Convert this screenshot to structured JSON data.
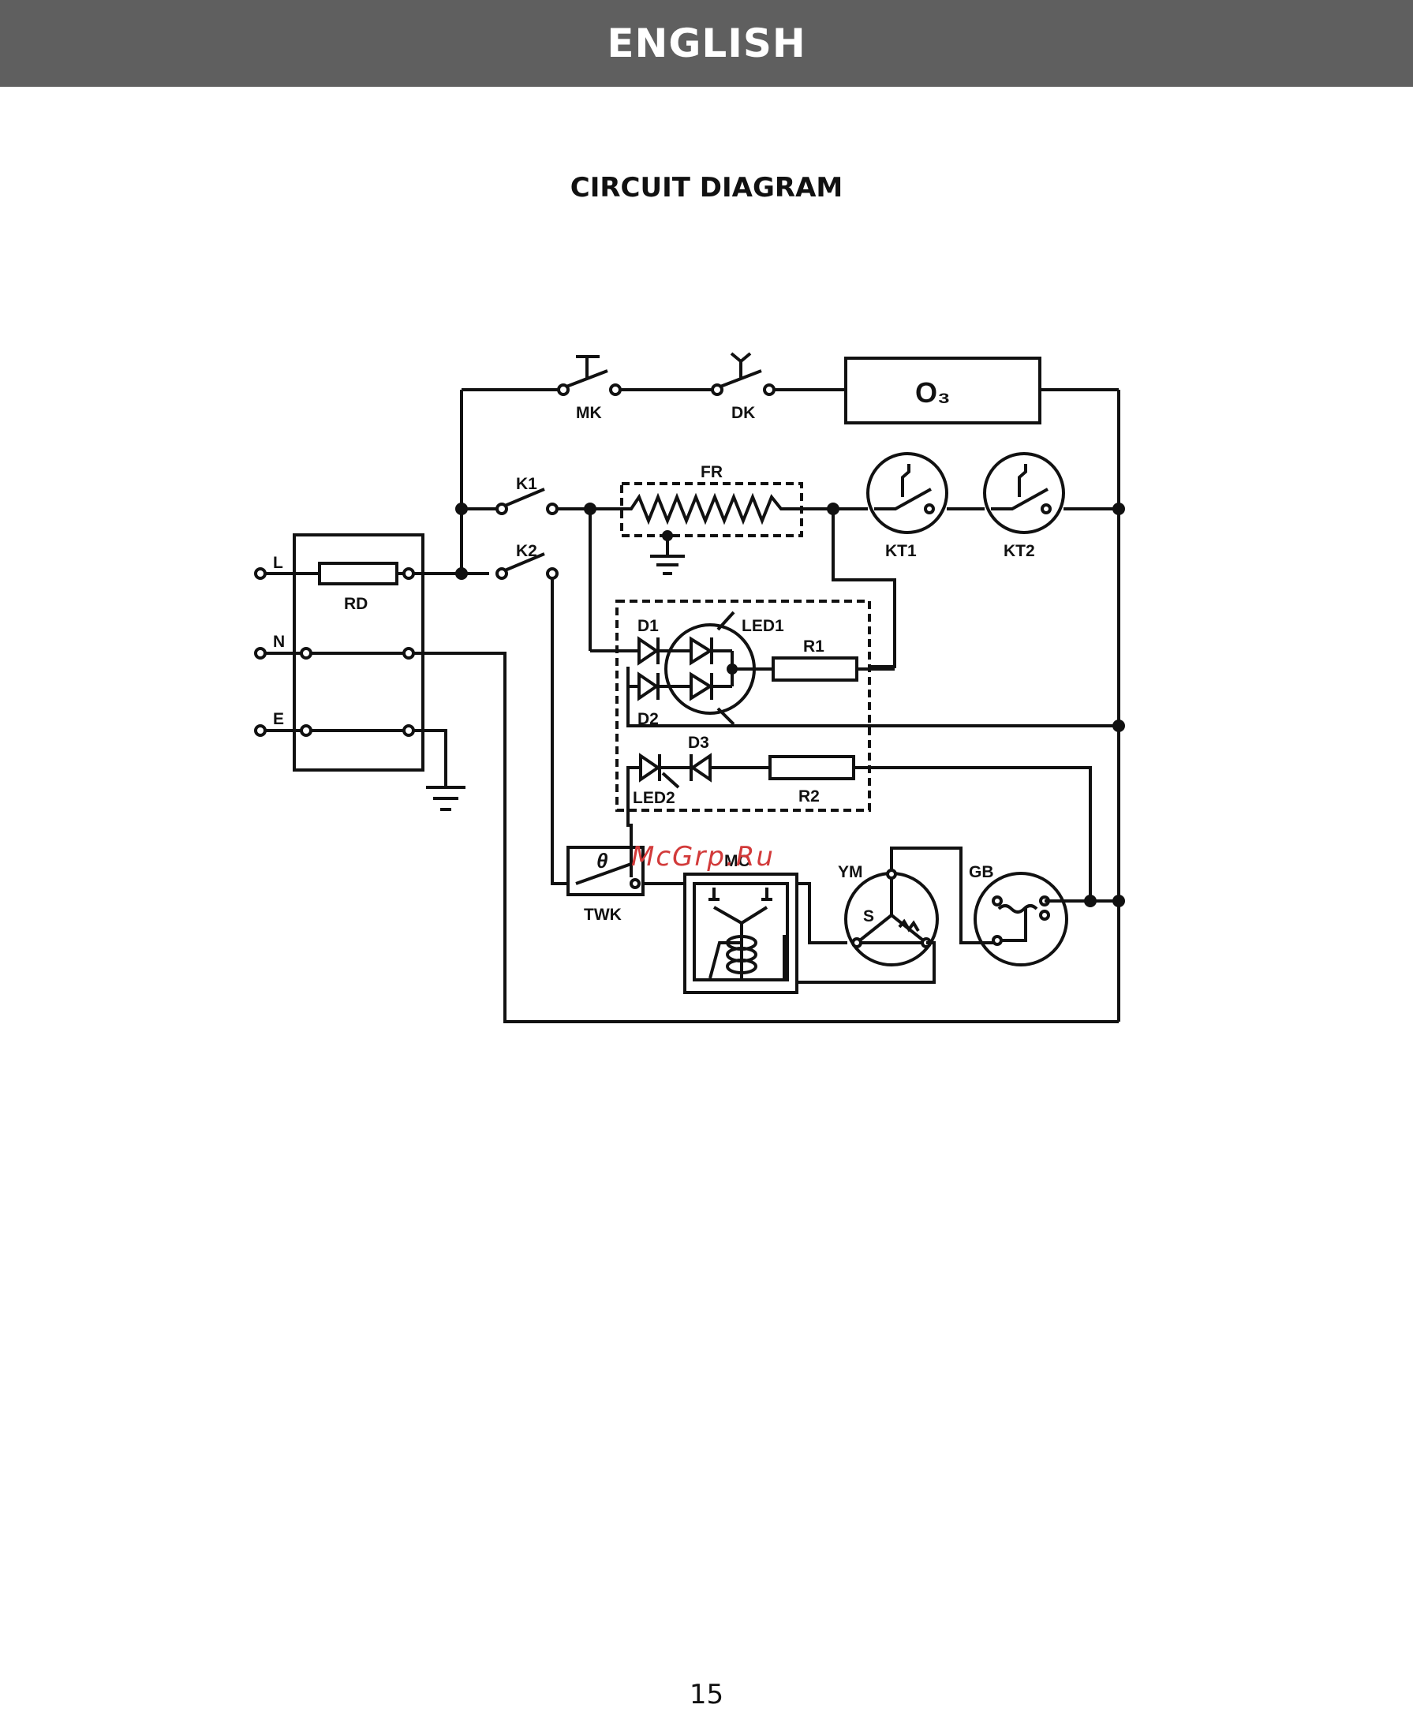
{
  "header": {
    "language": "ENGLISH"
  },
  "section": {
    "title": "CIRCUIT DIAGRAM"
  },
  "diagram": {
    "labels": {
      "mk": "MK",
      "dk": "DK",
      "ozone": "O₃",
      "fr": "FR",
      "k1": "K1",
      "k2": "K2",
      "kt1": "KT1",
      "kt2": "KT2",
      "l": "L",
      "n": "N",
      "e": "E",
      "rd": "RD",
      "d1": "D1",
      "d2": "D2",
      "d3": "D3",
      "led1": "LED1",
      "led2": "LED2",
      "r1": "R1",
      "r2": "R2",
      "twk": "TWK",
      "mc": "MC",
      "ym": "YM",
      "s": "S",
      "gb": "GB",
      "theta": "θ"
    }
  },
  "watermark": {
    "text": "McGrp.Ru"
  },
  "footer": {
    "page_number": "15"
  }
}
